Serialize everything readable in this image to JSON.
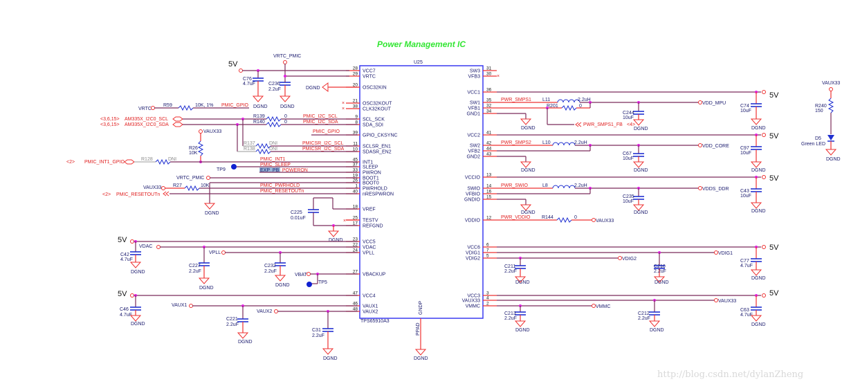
{
  "title": "Power Management IC",
  "watermark": "http://blog.csdn.net/dylanZheng",
  "colors": {
    "title": "#33e633",
    "wire": "#7a2a5a",
    "pin": "#ee3030",
    "component": "#2030d0",
    "junction": "#e020e0",
    "chip_outline": "#3a3af0",
    "testpoint": "#1020d0"
  },
  "chip": {
    "ref": "U25",
    "part": "TPS65910A3",
    "left_pins": [
      {
        "num": "28",
        "name": "VCC7"
      },
      {
        "num": "29",
        "name": "VRTC"
      },
      {
        "num": "20",
        "name": "OSC32KIN"
      },
      {
        "num": "21",
        "name": "OSC32KOUT"
      },
      {
        "num": "38",
        "name": "CLK32KOUT"
      },
      {
        "num": "9",
        "name": "SCL_SCK"
      },
      {
        "num": "8",
        "name": "SDA_SDI"
      },
      {
        "num": "39",
        "name": "GPIO_CKSYNC"
      },
      {
        "num": "11",
        "name": "SCLSR_EN1"
      },
      {
        "num": "10",
        "name": "SDASR_EN2"
      },
      {
        "num": "45",
        "name": "INT1"
      },
      {
        "num": "37",
        "name": "SLEEP"
      },
      {
        "num": "33",
        "name": "PWRON"
      },
      {
        "num": "19",
        "name": "BOOT1"
      },
      {
        "num": "26",
        "name": "BOOT0"
      },
      {
        "num": "1",
        "name": "PWRHOLD"
      },
      {
        "num": "40",
        "name": "nRESPWRON"
      },
      {
        "num": "18",
        "name": "VREF"
      },
      {
        "num": "25",
        "name": "TESTV"
      },
      {
        "num": "17",
        "name": "REFGND"
      },
      {
        "num": "23",
        "name": "VCC5"
      },
      {
        "num": "22",
        "name": "VDAC"
      },
      {
        "num": "24",
        "name": "VPLL"
      },
      {
        "num": "27",
        "name": "VBACKUP"
      },
      {
        "num": "47",
        "name": "VCC4"
      },
      {
        "num": "46",
        "name": "VAUX1"
      },
      {
        "num": "48",
        "name": "VAUX2"
      }
    ],
    "right_pins": [
      {
        "num": "31",
        "name": "SW3"
      },
      {
        "num": "30",
        "name": "VFB3"
      },
      {
        "num": "36",
        "name": "VCC1"
      },
      {
        "num": "35",
        "name": "SW1"
      },
      {
        "num": "32",
        "name": "VFB1"
      },
      {
        "num": "34",
        "name": "GND1"
      },
      {
        "num": "41",
        "name": "VCC2"
      },
      {
        "num": "42",
        "name": "SW2"
      },
      {
        "num": "44",
        "name": "VFB2"
      },
      {
        "num": "43",
        "name": "GND2"
      },
      {
        "num": "13",
        "name": "VCCIO"
      },
      {
        "num": "14",
        "name": "SWIO"
      },
      {
        "num": "16",
        "name": "VFBIO"
      },
      {
        "num": "15",
        "name": "GNDIO"
      },
      {
        "num": "12",
        "name": "VDDIO"
      },
      {
        "num": "6",
        "name": "VCC6"
      },
      {
        "num": "7",
        "name": "VDIG1"
      },
      {
        "num": "5",
        "name": "VDIG2"
      },
      {
        "num": "3",
        "name": "VCC3"
      },
      {
        "num": "4",
        "name": "VAUX33"
      },
      {
        "num": "2",
        "name": "VMMC"
      }
    ],
    "bottom_pin": {
      "name": "GNDP",
      "num": "PPAD"
    }
  },
  "labels": {
    "v5": "5V",
    "dgnd": "DGND",
    "vrtc_pmic": "VRTC_PMIC",
    "vrtc": "VRTC",
    "vaux33": "VAUX33",
    "vdac": "VDAC",
    "vpll": "VPLL",
    "vbat": "VBAT",
    "vaux1": "VAUX1",
    "vaux2": "VAUX2",
    "vdd_mpu": "VDD_MPU",
    "vdd_core": "VDD_CORE",
    "vdds_ddr": "VDDS_DDR",
    "vdig1": "VDIG1",
    "vdig2": "VDIG2",
    "vmmc": "VMMC",
    "nc_mark": "×"
  },
  "nets": {
    "pmic_gpio": "PMIC_GPIO",
    "pmic_i2c_scl": "PMIC_I2C_SCL",
    "pmic_i2c_sda": "PMIC_I2C_SDA",
    "pmicsr_i2c_scl": "PMICSR_I2C_SCL",
    "pmicsr_i2c_sda": "PMICSR_I2C_SDA",
    "pmic_int1": "PMIC_INT1",
    "pmic_sleep": "PMIC_SLEEP",
    "exp_pb": "EXP_PB",
    "poweron": "_POWERON",
    "pmic_pwrhold": "PMIC_PWRHOLD",
    "pmic_resetoutn": "PMIC_RESETOUTn",
    "pwr_smps1": "PWR_SMPS1",
    "pwr_smps2": "PWR_SMPS2",
    "pwr_swio": "PWR_SWIO",
    "pwr_vddio": "PWR_VDDIO",
    "pwr_smps1_fb": "PWR_SMPS1_FB"
  },
  "offpage": {
    "scl": {
      "ref": "<3,6,15>",
      "net": "AM335X_I2C0_SCL"
    },
    "sda": {
      "ref": "<3,6,15>",
      "net": "AM335X_I2C0_SDA"
    },
    "int1": {
      "ref": "<2>",
      "net": "PMIC_INT1_GPIO"
    },
    "reset": {
      "ref": "<2>",
      "net": "PMIC_RESETOUTn"
    },
    "fb": {
      "ref": "<4>",
      "net": "PWR_SMPS1_FB"
    }
  },
  "components": {
    "C76": {
      "ref": "C76",
      "value": "4.7uF"
    },
    "C236": {
      "ref": "C236",
      "value": "2.2uF"
    },
    "R59": {
      "ref": "R59",
      "value": "10K, 1%"
    },
    "R139": {
      "ref": "R139",
      "value": "0"
    },
    "R140": {
      "ref": "R140",
      "value": "0"
    },
    "R137": {
      "ref": "R137",
      "value": "DNI"
    },
    "R138": {
      "ref": "R138",
      "value": "DNI"
    },
    "R26": {
      "ref": "R26",
      "value": "10K"
    },
    "R128": {
      "ref": "R128",
      "value": "DNI"
    },
    "R27": {
      "ref": "R27",
      "value": "10K"
    },
    "TP9": {
      "ref": "TP9"
    },
    "TP5": {
      "ref": "TP5"
    },
    "C225": {
      "ref": "C225",
      "value": "0.01uF"
    },
    "C42": {
      "ref": "C42",
      "value": "4.7uF"
    },
    "C227": {
      "ref": "C227",
      "value": "2.2uF"
    },
    "C232": {
      "ref": "C232",
      "value": "2.2uF"
    },
    "C46": {
      "ref": "C46",
      "value": "4.7uF"
    },
    "C221": {
      "ref": "C221",
      "value": "2.2uF"
    },
    "C31": {
      "ref": "C31",
      "value": "2.2uF"
    },
    "L11": {
      "ref": "L11",
      "value": "2.2uH"
    },
    "R201": {
      "ref": "R201",
      "value": "0"
    },
    "C244": {
      "ref": "C244",
      "value": "10uF"
    },
    "C74": {
      "ref": "C74",
      "value": "10uF"
    },
    "L10": {
      "ref": "L10",
      "value": "2.2uH"
    },
    "C67": {
      "ref": "C67",
      "value": "10uF"
    },
    "C97": {
      "ref": "C97",
      "value": "10uF"
    },
    "L8": {
      "ref": "L8",
      "value": "2.2uH"
    },
    "C235": {
      "ref": "C235",
      "value": "10uF"
    },
    "C43": {
      "ref": "C43",
      "value": "10uF"
    },
    "R144": {
      "ref": "R144",
      "value": "0"
    },
    "C211": {
      "ref": "C211",
      "value": "2.2uF"
    },
    "C210": {
      "ref": "C210",
      "value": "2.2uF"
    },
    "C77": {
      "ref": "C77",
      "value": "4.7uF"
    },
    "C213": {
      "ref": "C213",
      "value": "2.2uF"
    },
    "C212": {
      "ref": "C212",
      "value": "2.2uF"
    },
    "C63": {
      "ref": "C63",
      "value": "4.7uF"
    },
    "R240": {
      "ref": "R240",
      "value": "150"
    },
    "D5": {
      "ref": "D5",
      "value": "Green LED"
    }
  }
}
